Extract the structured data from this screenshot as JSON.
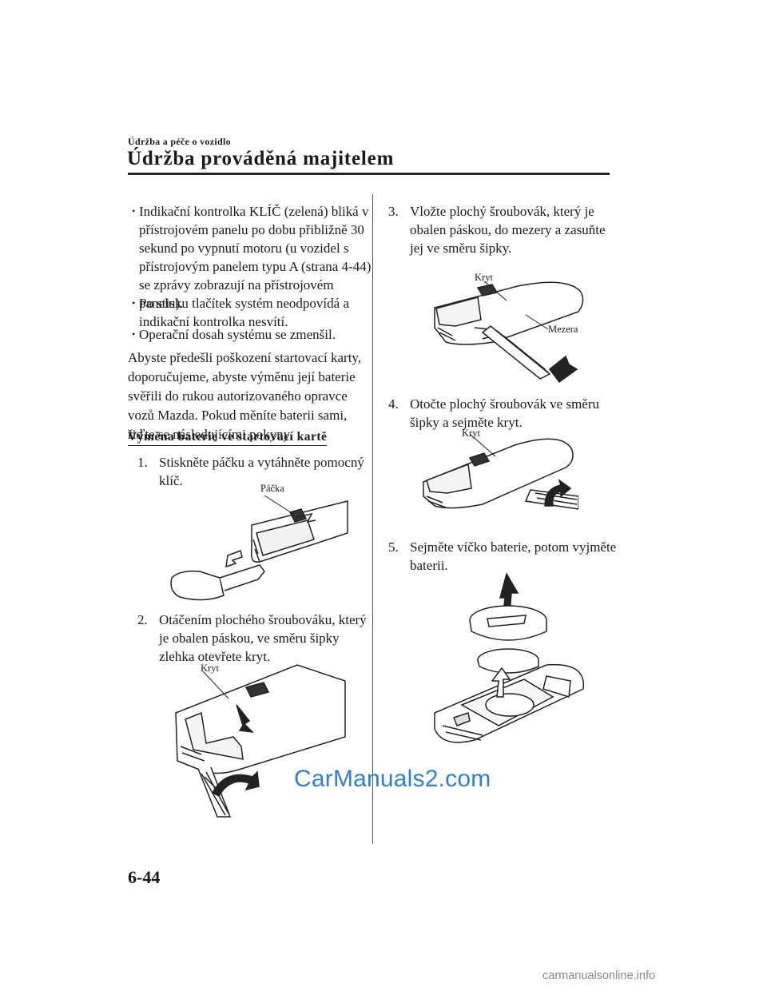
{
  "header": {
    "breadcrumb": "Údržba a péče o vozidlo",
    "title": "Údržba prováděná majitelem"
  },
  "left_column": {
    "bullets": [
      "Indikační kontrolka KLÍČ (zelená) bliká v přístrojovém panelu po dobu přibližně 30 sekund po vypnutí motoru (u vozidel s přístrojovým panelem typu A (strana 4-44) se zprávy zobrazují na přístrojovém panelu).",
      "Po stisku tlačítek systém neodpovídá a indikační kontrolka nesvítí.",
      "Operační dosah systému se zmenšil."
    ],
    "paragraph": "Abyste předešli poškození startovací karty, doporučujeme, abyste výměnu její baterie svěřili do rukou autorizovaného opravce vozů Mazda. Pokud měníte baterii sami, řiďte se následujícími pokyny.",
    "subheading": "Výměna baterie ve startovací kartě",
    "step1_num": "1.",
    "step1_text": "Stiskněte páčku a vytáhněte pomocný klíč.",
    "step1_label": "Páčka",
    "step2_num": "2.",
    "step2_text": "Otáčením plochého šroubováku, který je obalen páskou, ve směru šipky zlehka otevřete kryt.",
    "step2_label": "Kryt"
  },
  "right_column": {
    "step3_num": "3.",
    "step3_text": "Vložte plochý šroubovák, který je obalen páskou, do mezery a zasuňte jej ve směru šipky.",
    "step3_label_a": "Kryt",
    "step3_label_b": "Mezera",
    "step4_num": "4.",
    "step4_text": "Otočte plochý šroubovák ve směru šipky a sejměte kryt.",
    "step4_label": "Kryt",
    "step5_num": "5.",
    "step5_text": "Sejměte víčko baterie, potom vyjměte baterii."
  },
  "watermark": "CarManuals2.com",
  "page_number": "6-44",
  "footer": "carmanualsonline.info"
}
